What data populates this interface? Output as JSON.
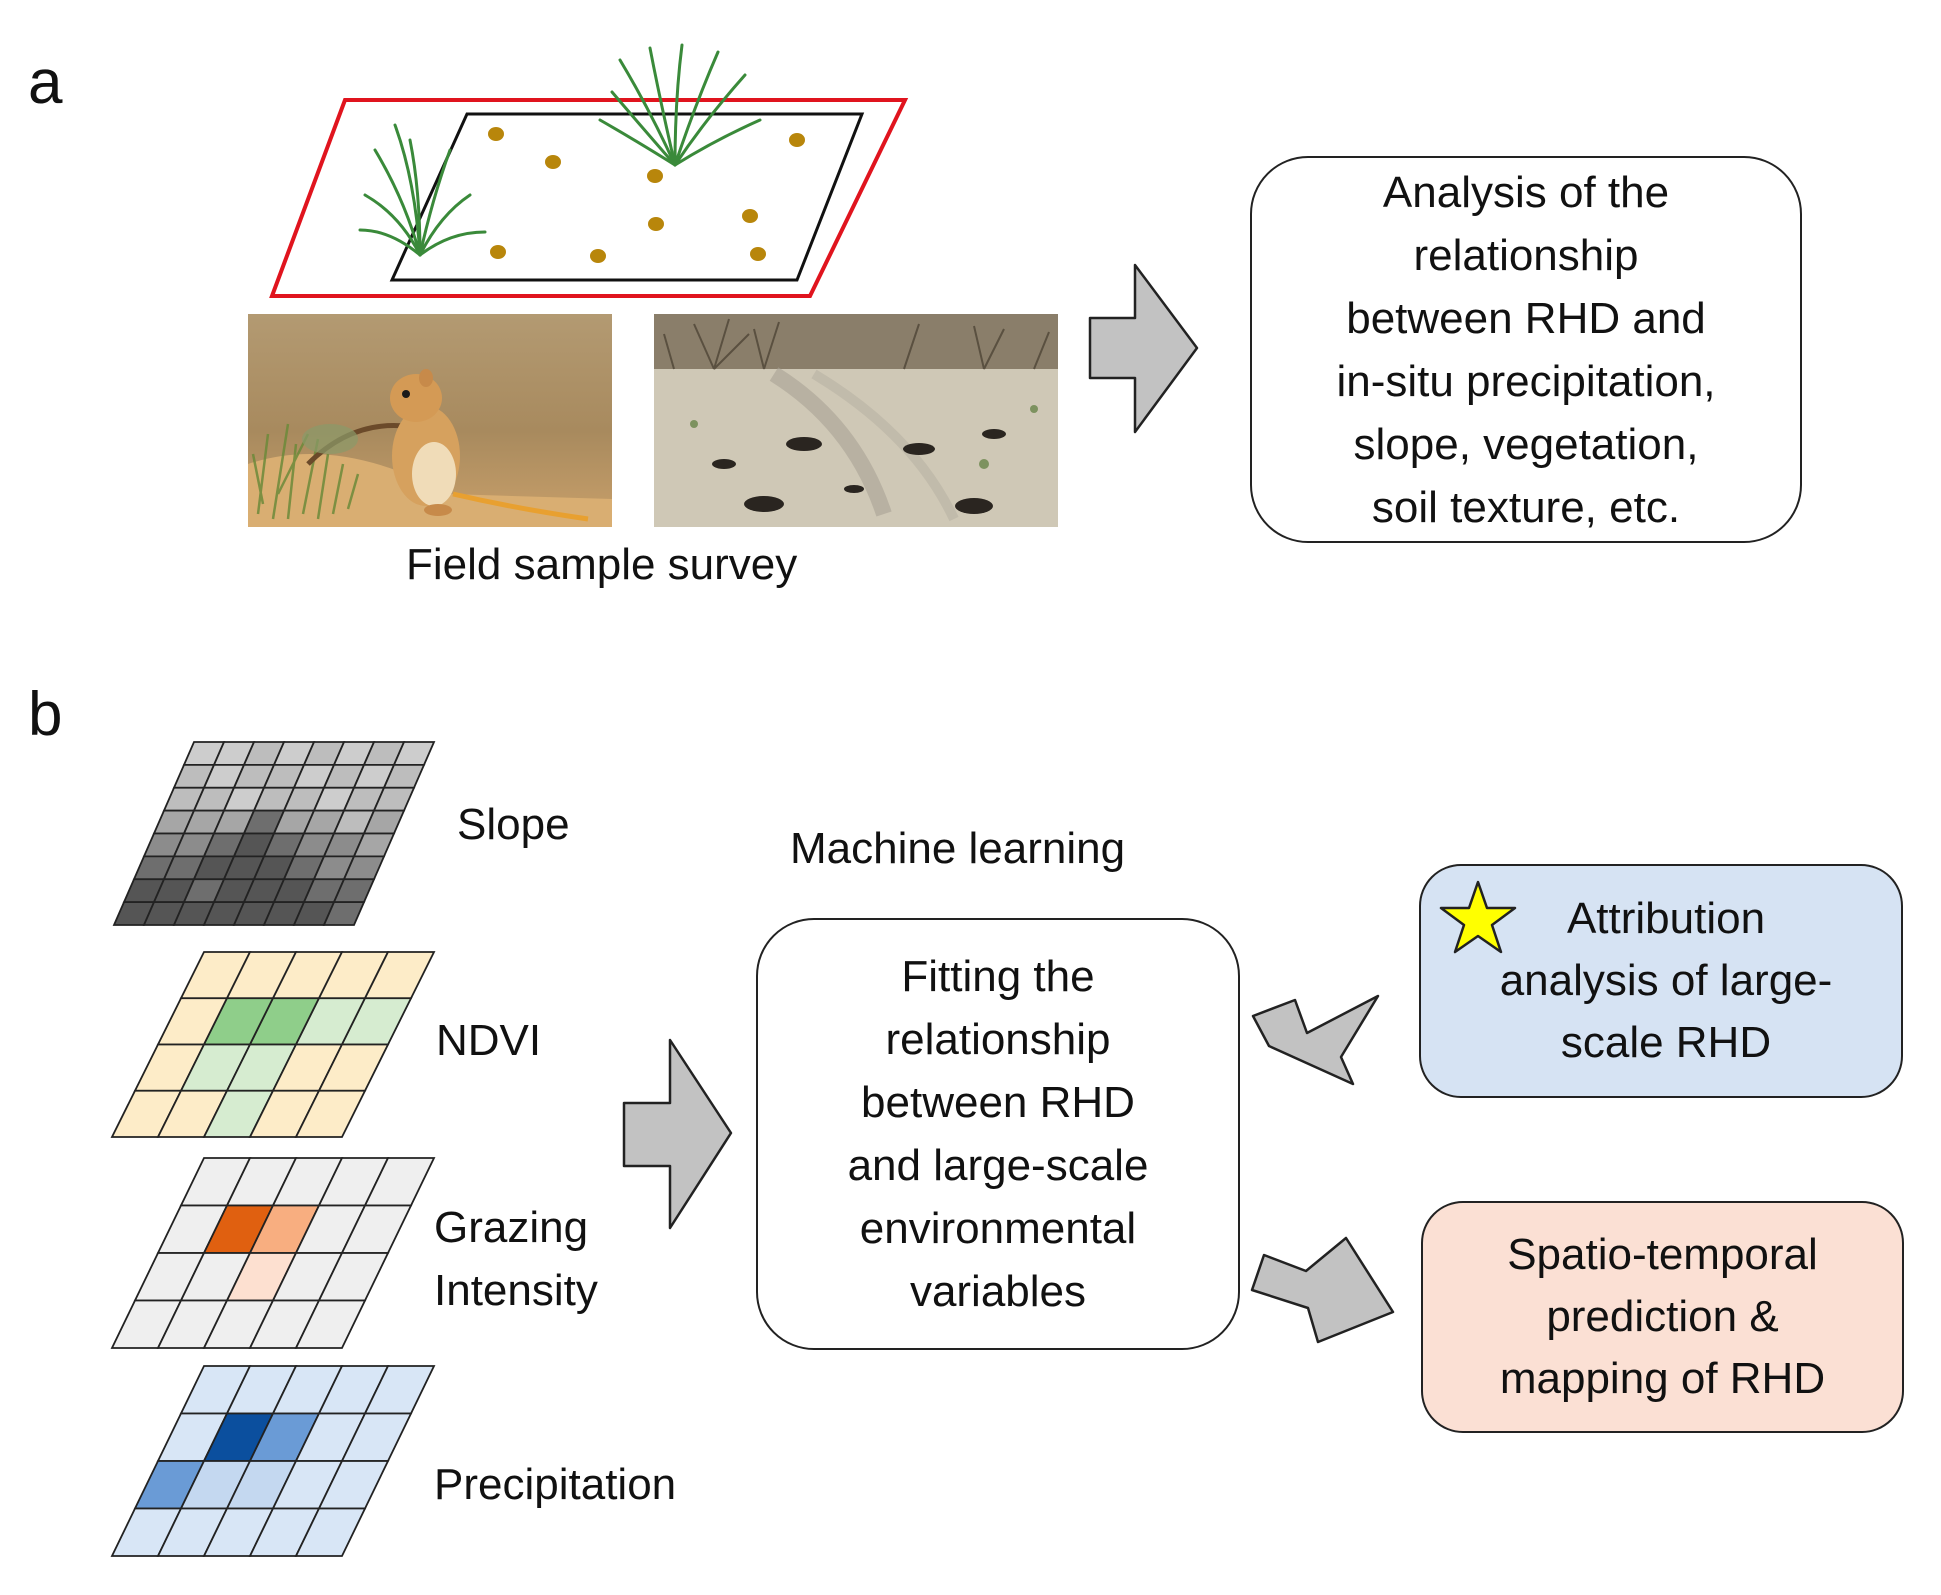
{
  "panel_a": {
    "letter": "a",
    "caption": "Field sample survey",
    "analysis_text": "Analysis of the\nrelationship\nbetween RHD and\nin-situ precipitation,\nslope, vegetation,\nsoil texture, etc."
  },
  "panel_b": {
    "letter": "b",
    "layers": [
      {
        "label": "Slope"
      },
      {
        "label": "NDVI"
      },
      {
        "label": "Grazing\nIntensity"
      },
      {
        "label": "Precipitation"
      }
    ],
    "ml_label": "Machine learning",
    "fitting_text": "Fitting the\nrelationship\nbetween RHD\nand large-scale\nenvironmental\nvariables",
    "attribution_text": "Attribution\nanalysis of large-\nscale RHD",
    "prediction_text": "Spatio-temporal\nprediction &\nmapping of RHD"
  },
  "colors": {
    "plot_outline": "#e0141e",
    "dots": "#b8860b",
    "plants": "#3a8a3a",
    "arrow_fill": "#c2c2c2",
    "attribution_fill": "#d6e3f3",
    "prediction_fill": "#fbe0d4",
    "star": "#ffff00"
  }
}
